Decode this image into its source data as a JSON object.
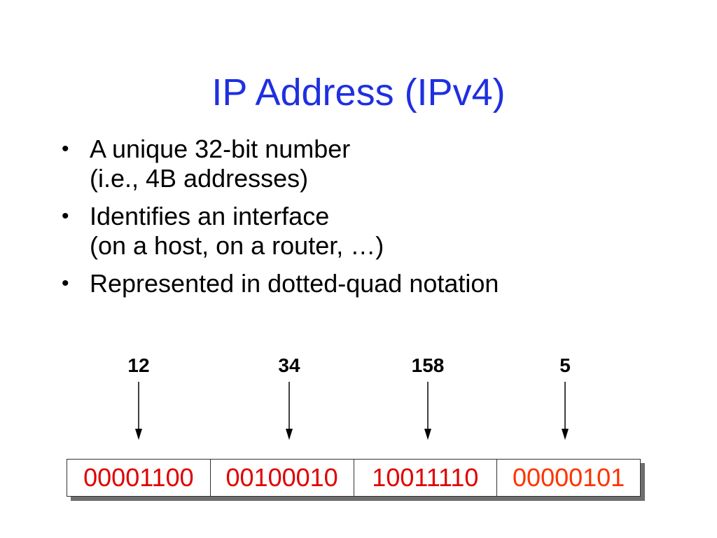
{
  "slide": {
    "title": "IP Address (IPv4)",
    "bullets": [
      {
        "lines": [
          "A unique 32-bit number",
          "(i.e., 4B addresses)"
        ]
      },
      {
        "lines": [
          "Identifies an interface",
          "(on a host, on a router, …)"
        ]
      },
      {
        "lines": [
          "Represented in dotted-quad notation"
        ]
      }
    ],
    "bullet_symbol": "•"
  },
  "diagram": {
    "octets": [
      {
        "decimal": "12",
        "binary": "00001100",
        "color": "#e00000"
      },
      {
        "decimal": "34",
        "binary": "00100010",
        "color": "#e00000"
      },
      {
        "decimal": "158",
        "binary": "10011110",
        "color": "#e00000"
      },
      {
        "decimal": "5",
        "binary": "00000101",
        "color": "#ff3300"
      }
    ],
    "colors": {
      "title": "#1f2fe0",
      "arrow": "#000000",
      "border": "#333333",
      "shadow": "#6f6f6f"
    }
  }
}
